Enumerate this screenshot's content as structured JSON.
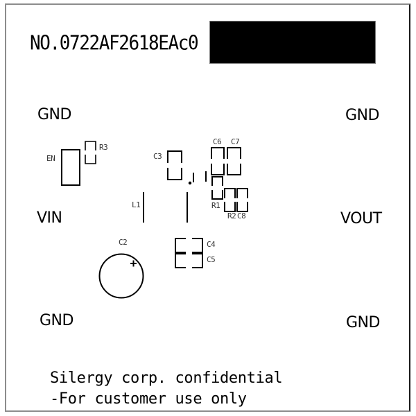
{
  "board": {
    "serial_number": "NO.0722AF2618EAc0",
    "redacted_block": true,
    "colors": {
      "background": "#ffffff",
      "silkscreen": "#000000",
      "border_light": "#8c8c8c",
      "border_dark": "#1a1a1a"
    }
  },
  "nets": {
    "gnd_top_left": "GND",
    "gnd_top_right": "GND",
    "vin": "VIN",
    "vout": "VOUT",
    "gnd_bottom_left": "GND",
    "gnd_bottom_right": "GND"
  },
  "components": {
    "en": "EN",
    "r3": "R3",
    "c3": "C3",
    "c6": "C6",
    "c7": "C7",
    "r1": "R1",
    "r2": "R2",
    "c8": "C8",
    "l1": "L1",
    "c2": "C2",
    "c2_polarity": "+",
    "c4": "C4",
    "c5": "C5"
  },
  "footer": {
    "line1": "Silergy corp. confidential",
    "line2": "-For customer use only"
  }
}
